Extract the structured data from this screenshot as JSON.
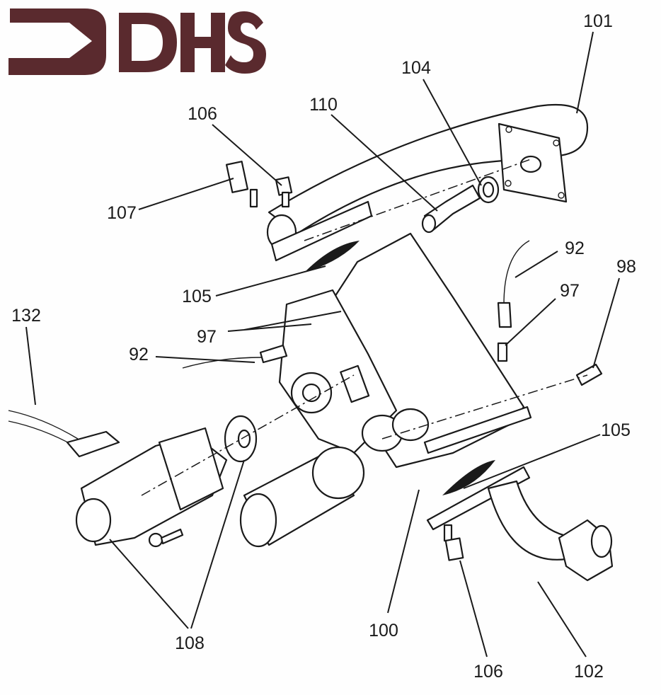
{
  "logo": {
    "text": "DHS",
    "color": "#5a2a2e"
  },
  "diagram": {
    "title": "Gas valve assembly exploded view",
    "callouts": {
      "c101": "101",
      "c104": "104",
      "c110": "110",
      "c106_top": "106",
      "c107": "107",
      "c92_right": "92",
      "c98": "98",
      "c97_right": "97",
      "c105_left": "105",
      "c132": "132",
      "c97_left": "97",
      "c92_left": "92",
      "c105_right": "105",
      "c108": "108",
      "c100": "100",
      "c106_bottom": "106",
      "c102": "102"
    }
  }
}
